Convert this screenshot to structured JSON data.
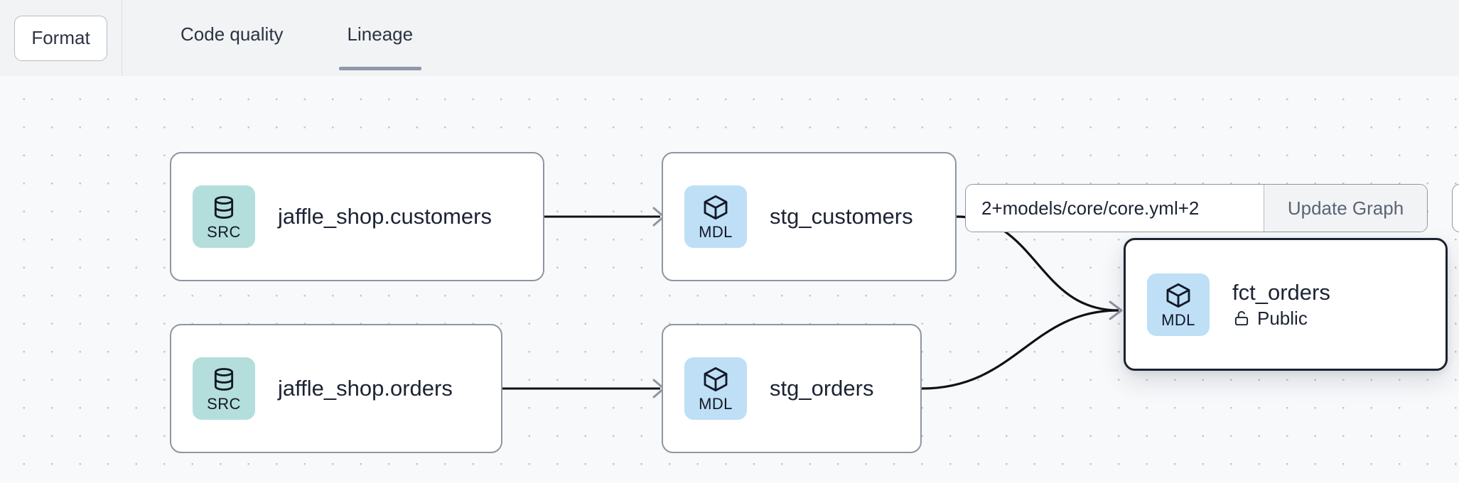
{
  "header": {
    "format_button": "Format",
    "tabs": [
      {
        "label": "Code quality",
        "active": false
      },
      {
        "label": "Lineage",
        "active": true
      }
    ]
  },
  "toolbar": {
    "selector_value": "2+models/core/core.yml+2",
    "selector_placeholder": "2+models/core/core.yml+2",
    "update_button": "Update Graph"
  },
  "graph": {
    "nodes": [
      {
        "id": "jaffle_shop_customers",
        "badge": "SRC",
        "badge_icon": "database-icon",
        "title": "jaffle_shop.customers",
        "subtitle": "",
        "selected": false
      },
      {
        "id": "jaffle_shop_orders",
        "badge": "SRC",
        "badge_icon": "database-icon",
        "title": "jaffle_shop.orders",
        "subtitle": "",
        "selected": false
      },
      {
        "id": "stg_customers",
        "badge": "MDL",
        "badge_icon": "cube-icon",
        "title": "stg_customers",
        "subtitle": "",
        "selected": false
      },
      {
        "id": "stg_orders",
        "badge": "MDL",
        "badge_icon": "cube-icon",
        "title": "stg_orders",
        "subtitle": "",
        "selected": false
      },
      {
        "id": "fct_orders",
        "badge": "MDL",
        "badge_icon": "cube-icon",
        "title": "fct_orders",
        "subtitle": "Public",
        "subtitle_icon": "unlock-icon",
        "selected": true
      }
    ],
    "edges": [
      {
        "from": "jaffle_shop_customers",
        "to": "stg_customers"
      },
      {
        "from": "jaffle_shop_orders",
        "to": "stg_orders"
      },
      {
        "from": "stg_customers",
        "to": "fct_orders"
      },
      {
        "from": "stg_orders",
        "to": "fct_orders"
      }
    ]
  },
  "colors": {
    "src_badge": "#b4dedb",
    "mdl_badge": "#bedff5",
    "header_bg": "#f1f3f5",
    "canvas_bg": "#f8f9fb",
    "node_border": "#8e95a3",
    "selected_border": "#1b2232",
    "tab_underline": "#8e99a8",
    "edge": "#111111"
  }
}
